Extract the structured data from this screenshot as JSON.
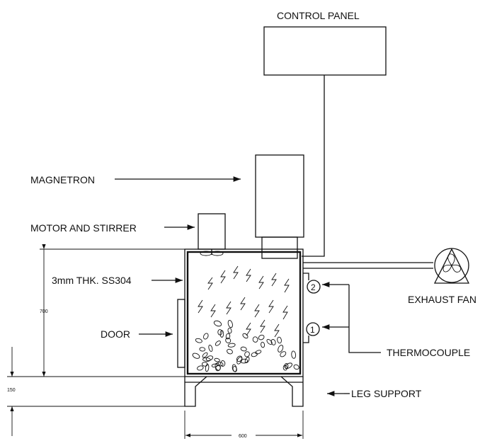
{
  "labels": {
    "control_panel": "CONTROL PANEL",
    "magnetron": "MAGNETRON",
    "motor_stirrer": "MOTOR AND STIRRER",
    "wall": "3mm THK. SS304",
    "door": "DOOR",
    "exhaust_fan": "EXHAUST FAN",
    "thermocouple": "THERMOCOUPLE",
    "leg_support": "LEG SUPPORT"
  },
  "dimensions": {
    "height": "700",
    "leg_height": "150",
    "width": "600"
  },
  "thermocouples": {
    "t1": "1",
    "t2": "2"
  }
}
